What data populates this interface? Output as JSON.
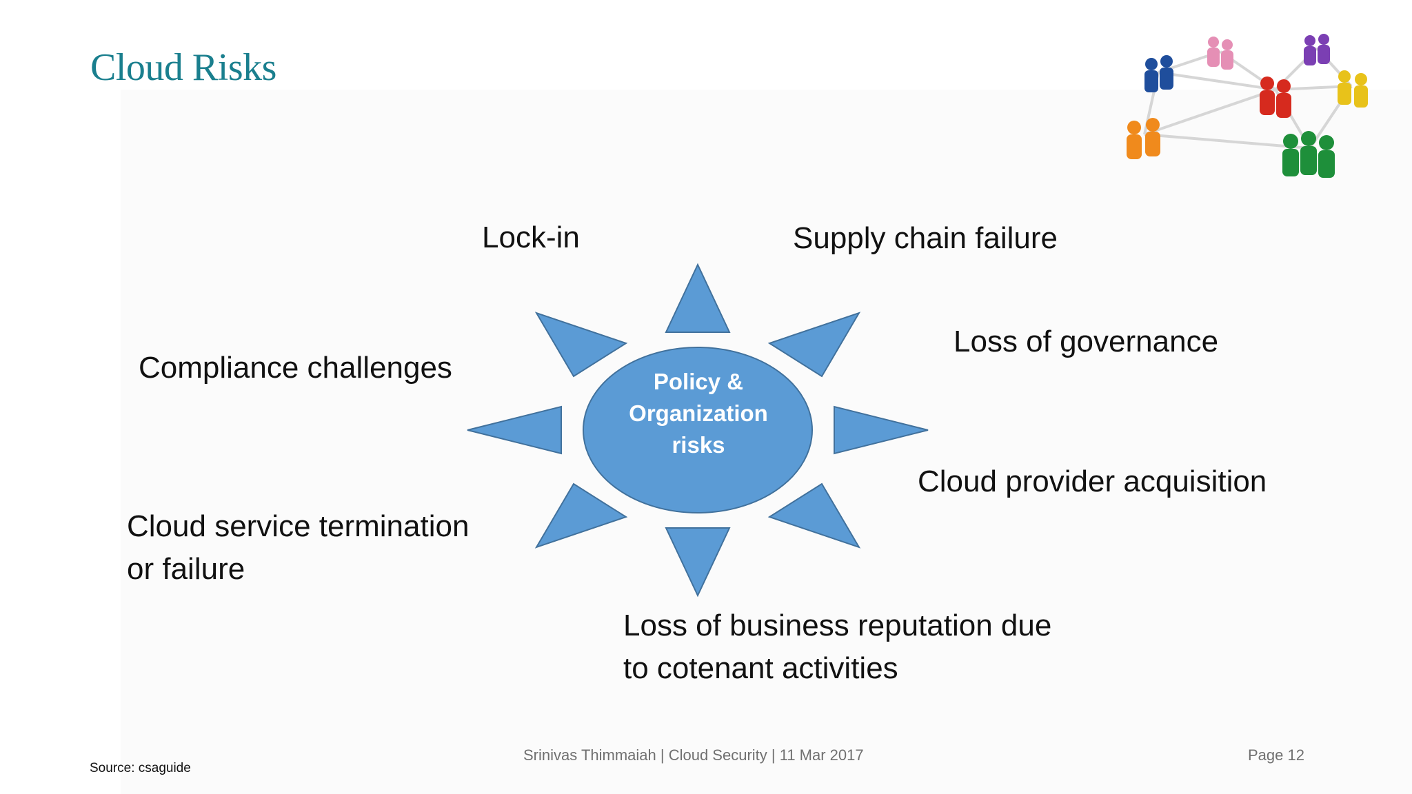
{
  "slide": {
    "title": "Cloud Risks",
    "center": {
      "lines": [
        "Policy &",
        "Organization",
        "risks"
      ],
      "fill_color": "#5b9bd5",
      "stroke_color": "#41719c"
    },
    "risks": {
      "lock_in": "Lock-in",
      "supply_chain": "Supply chain failure",
      "governance": "Loss of governance",
      "compliance": "Compliance challenges",
      "acquisition": "Cloud provider acquisition",
      "termination": [
        "Cloud service termination",
        "or failure"
      ],
      "reputation": [
        "Loss of business reputation due",
        "to cotenant activities"
      ]
    },
    "footer": {
      "center": "Srinivas Thimmaiah | Cloud Security | 11 Mar 2017",
      "page": "Page 12"
    },
    "source": "Source: csaguide",
    "image": {
      "description_icon": "people-network-icon"
    },
    "colors": {
      "title": "#1a7f8e",
      "arrow_fill": "#5b9bd5",
      "arrow_stroke": "#41719c"
    }
  }
}
